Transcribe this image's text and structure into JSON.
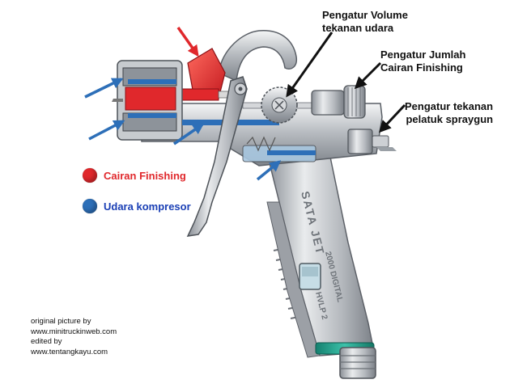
{
  "labels": {
    "volume_line1": "Pengatur Volume",
    "volume_line2": "tekanan udara",
    "jumlah_line1": "Pengatur Jumlah",
    "jumlah_line2": "Cairan Finishing",
    "pelatuk_line1": "Pengatur tekanan",
    "pelatuk_line2": "pelatuk spraygun"
  },
  "legend": {
    "fluid": {
      "label": "Cairan Finishing",
      "color": "#e0282c"
    },
    "air": {
      "label": "Udara kompresor",
      "color": "#2d6fb8"
    }
  },
  "gun_text": {
    "brand": "SATA JET",
    "model": "2000 DIGITAL",
    "sub": "HVLP 2"
  },
  "credit": {
    "line1": "original picture by",
    "line2": "www.minitruckinweb.com",
    "line3": "edited by",
    "line4": "www.tentangkayu.com"
  },
  "colors": {
    "fluid": "#e0282c",
    "air": "#2d6fb8",
    "metal": "#b8bcc2"
  }
}
